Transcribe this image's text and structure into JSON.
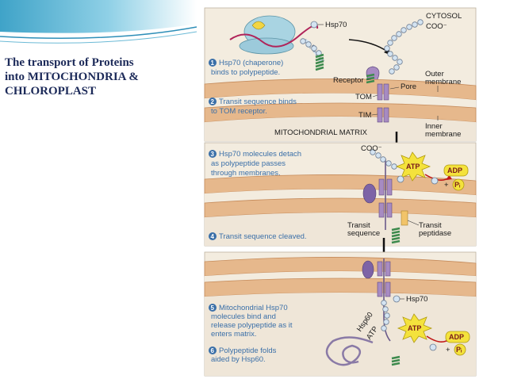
{
  "slide_title": {
    "line1": "The transport of  Proteins",
    "line2": "into MITOCHONDRIA  &",
    "line3": "CHLOROPLAST"
  },
  "panel1": {
    "cytosol": "CYTOSOL",
    "hsp70": "Hsp70",
    "coo": "COO⁻",
    "receptor": "Receptor",
    "pore": "Pore",
    "outer1": "Outer",
    "outer2": "membrane",
    "tom": "TOM",
    "tim": "TIM",
    "inner1": "Inner",
    "inner2": "membrane",
    "matrix": "MITOCHONDRIAL MATRIX",
    "step1_num": "1",
    "step1_l1": "Hsp70 (chaperone)",
    "step1_l2": "binds to polypeptide.",
    "step2_num": "2",
    "step2_l1": "Transit sequence binds",
    "step2_l2": "to TOM receptor."
  },
  "panel2": {
    "coo": "COO⁻",
    "atp": "ATP",
    "adp": "ADP",
    "plus": "+",
    "pi": "Pᵢ",
    "transit_seq1": "Transit",
    "transit_seq2": "sequence",
    "transit_pep1": "Transit",
    "transit_pep2": "peptidase",
    "step3_num": "3",
    "step3_l1": "Hsp70 molecules detach",
    "step3_l2": "as polypeptide passes",
    "step3_l3": "through membranes.",
    "step4_num": "4",
    "step4_l1": "Transit sequence cleaved."
  },
  "panel3": {
    "hsp70": "Hsp70",
    "hsp60": "Hsp60",
    "atp_small": "ATP",
    "atp": "ATP",
    "adp": "ADP",
    "plus": "+",
    "pi": "Pᵢ",
    "step5_num": "5",
    "step5_l1": "Mitochondrial Hsp70",
    "step5_l2": "molecules bind and",
    "step5_l3": "release polypeptide as it",
    "step5_l4": "enters matrix.",
    "step6_num": "6",
    "step6_l1": "Polypeptide folds",
    "step6_l2": "aided by Hsp60."
  },
  "colors": {
    "title": "#1c2a59",
    "step_text": "#3a6fa8",
    "membrane": "#e4b489",
    "membrane_edge": "#c8895a",
    "cytosol_bg": "#f1e9dc",
    "matrix_bg": "#efe8dc",
    "channel": "#a78bc2",
    "bead": "#cfe0f0",
    "helix": "#4f9a5c",
    "atp_star": "#f4e23c",
    "arrow_red": "#c01818"
  }
}
